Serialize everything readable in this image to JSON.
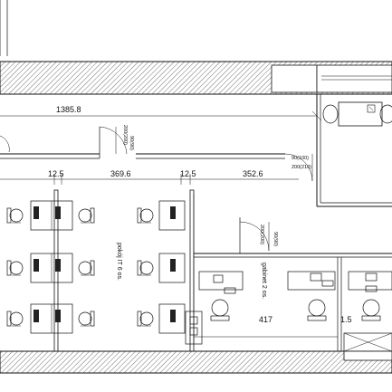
{
  "dimensions": {
    "d1": "1385.8",
    "d2": "12.5",
    "d3": "369.6",
    "d4": "12.5",
    "d5": "352.6",
    "d6": "417",
    "d7": "1.5"
  },
  "door_labels": {
    "door1_line1": "90(90)",
    "door1_line2": "200(200)",
    "door2_line1": "90(100)",
    "door2_line2": "200(210)",
    "door3_line1": "90(90)",
    "door3_line2": "200(200)"
  },
  "rooms": {
    "it_room": "pokój IT 6 os.",
    "office_room": "gabinet 2 os."
  },
  "colors": {
    "line": "#111111",
    "background": "#ffffff"
  }
}
